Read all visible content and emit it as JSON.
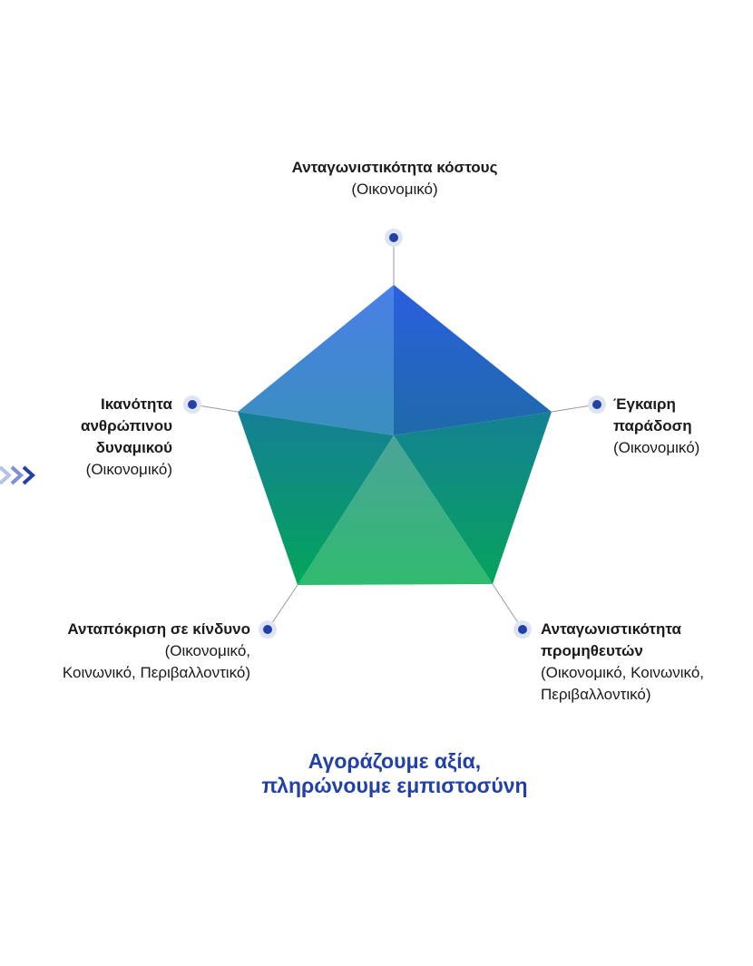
{
  "colors": {
    "dot": "#2140a8",
    "dot_halo": "#dfe4f2",
    "tagline": "#2140a8",
    "green": "#0aa65a",
    "blue": "#2a5fe0",
    "teal": "#12888f",
    "line": "#9a9a9a"
  },
  "criteria": [
    {
      "title": "Ανταγωνιστικότητα κόστους",
      "subtitle": "(Οικονομικό)"
    },
    {
      "title_lines": [
        "Έγκαιρη",
        "παράδοση"
      ],
      "subtitle": "(Οικονομικό)"
    },
    {
      "title_lines": [
        "Ανταγωνιστικότητα",
        "προμηθευτών"
      ],
      "subtitle_lines": [
        "(Οικονομικό, Κοινωνικό,",
        "Περιβαλλοντικό)"
      ]
    },
    {
      "title": "Ανταπόκριση σε κίνδυνο",
      "subtitle_lines": [
        "(Οικονομικό,",
        "Κοινωνικό, Περιβαλλοντικό)"
      ]
    },
    {
      "title_lines": [
        "Ικανότητα",
        "ανθρώπινου",
        "δυναμικού"
      ],
      "subtitle": "(Οικονομικό)"
    }
  ],
  "tagline": [
    "Αγοράζουμε αξία,",
    "πληρώνουμε εμπιστοσύνη"
  ],
  "icons": {
    "arrow": "chevron-right-icon"
  }
}
